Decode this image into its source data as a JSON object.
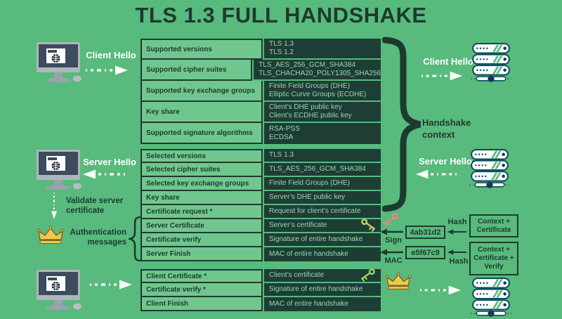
{
  "title": "TLS 1.3 FULL HANDSHAKE",
  "colors": {
    "background": "#58BA7C",
    "cell_light": "#6FC78D",
    "cell_dark": "#1E3D35",
    "text_dark": "#1D3A31",
    "text_light_green": "#99D6B2",
    "white": "#FFFFFF",
    "crown_gold": "#F2C84B",
    "key_salmon": "#E2897B",
    "key_olive": "#C9CD6E",
    "key_green": "#93DB67"
  },
  "icons": {
    "client": "desktop-computer-icon",
    "server": "server-rack-icon",
    "authentication": "crown-icon",
    "certificate": "key-icon"
  },
  "tables": {
    "client_hello": {
      "rows": [
        {
          "label": "Supported versions",
          "values": [
            "TLS 1.3",
            "TLS 1.2"
          ]
        },
        {
          "label": "Supported cipher suites",
          "values": [
            "TLS_AES_256_GCM_SHA384",
            "TLS_CHACHA20_POLY1305_SHA256"
          ]
        },
        {
          "label": "Supported key exchange groups",
          "values": [
            "Finite Field Groups (DHE)",
            "Elliptic Curve Groups (ECDHE)"
          ]
        },
        {
          "label": "Key share",
          "values": [
            "Client’s DHE public key",
            "Client’s ECDHE public key"
          ]
        },
        {
          "label": "Supported signature algorithms",
          "values": [
            "RSA-PSS",
            "ECDSA"
          ]
        }
      ]
    },
    "server_hello": {
      "rows": [
        {
          "label": "Selected versions",
          "values": [
            "TLS 1.3"
          ]
        },
        {
          "label": "Selected cipher suites",
          "values": [
            "TLS_AES_256_GCM_SHA384"
          ]
        },
        {
          "label": "Selected key exchange groups",
          "values": [
            "Finite Field Groups (DHE)"
          ]
        },
        {
          "label": "Key share",
          "values": [
            "Server’s DHE public key"
          ]
        },
        {
          "label": "Certificate request *",
          "values": [
            "Request for client’s certificate"
          ]
        },
        {
          "label": "Server Certificate",
          "values": [
            "Server’s certificate"
          ],
          "key_icon": true
        },
        {
          "label": "Certificate verify",
          "values": [
            "Signature of entire handshake"
          ]
        },
        {
          "label": "Server Finish",
          "values": [
            "MAC of entire handshake"
          ]
        }
      ]
    },
    "client_finish": {
      "rows": [
        {
          "label": "Client Certificate *",
          "values": [
            "Client’s certificate"
          ],
          "key_icon": true
        },
        {
          "label": "Certificate verify *",
          "values": [
            "Signature of entire handshake"
          ]
        },
        {
          "label": "Client Finish",
          "values": [
            "MAC of entire handshake"
          ]
        }
      ]
    }
  },
  "left": {
    "client_hello": "Client Hello",
    "server_hello": "Server Hello",
    "validate": "Validate server certificate",
    "auth_messages": "Authentication messages"
  },
  "right": {
    "client_hello": "Client Hello",
    "handshake_context": "Handshake context",
    "server_hello": "Server Hello",
    "sign": "Sign",
    "mac": "MAC",
    "hash1": "Hash",
    "hash2": "Hash",
    "digest1": "4ab31d2",
    "digest2": "e5f67c9",
    "context_certificate": "Context + Certificate",
    "context_certificate_verify": "Context + Certificate + Verify"
  }
}
